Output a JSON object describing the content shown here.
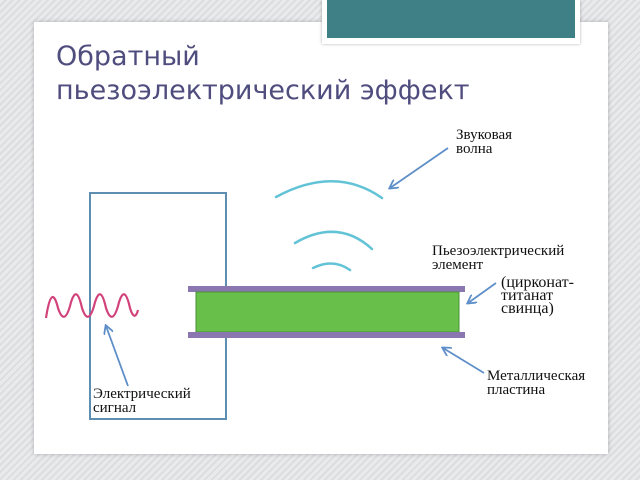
{
  "title": {
    "line1": "Обратный",
    "line2": "пьезоэлектрический эффект"
  },
  "labels": {
    "sound_wave": [
      "Звуковая",
      "волна"
    ],
    "piezo_element": [
      "Пьезоэлектрический",
      "элемент"
    ],
    "material": [
      "(цирконат-",
      "титанат",
      "свинца)"
    ],
    "metal_plate": [
      "Металлическая",
      "пластина"
    ],
    "electric_signal": [
      "Электрический",
      "сигнал"
    ]
  },
  "colors": {
    "header_accent": "#3f7f86",
    "title_text": "#4f4c7e",
    "wire": "#5f8fb0",
    "arrow": "#5f8fc8",
    "sound_arcs": "#63c3d6",
    "signal_wave": "#d2427a",
    "piezo_fill": "#68bf4a",
    "metal_plate": "#8a77b0"
  }
}
